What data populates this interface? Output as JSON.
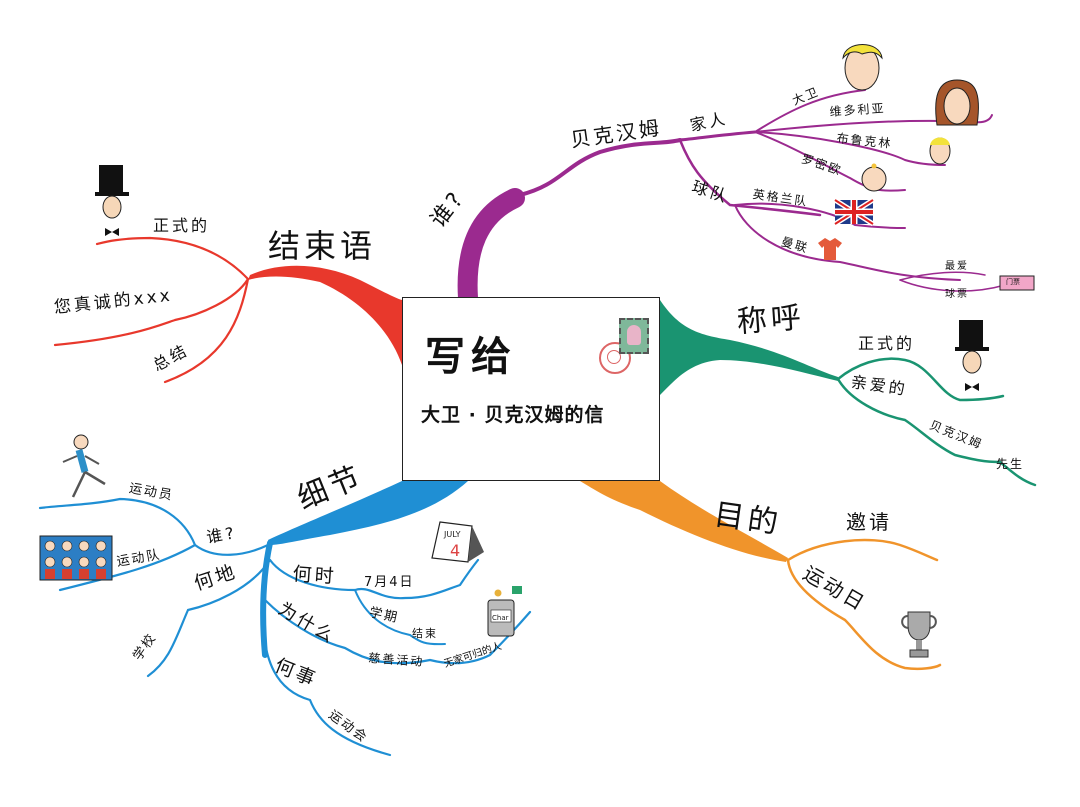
{
  "center": {
    "title": "写给",
    "subtitle": "大卫 · 贝克汉姆的信"
  },
  "colors": {
    "who": "#9b2a8f",
    "salutation": "#1a9471",
    "purpose": "#f0942b",
    "details": "#1f8fd4",
    "closing": "#e8382c"
  },
  "branches": {
    "who": {
      "label": "谁?",
      "child": "贝克汉姆",
      "family": {
        "label": "家人",
        "members": [
          "大卫",
          "维多利亚",
          "布鲁克林",
          "罗密欧"
        ]
      },
      "team": {
        "label": "球队",
        "items": [
          "英格兰队",
          "曼联"
        ],
        "manutd_children": [
          "最爱",
          "球票"
        ],
        "ticket_tag": "门票"
      }
    },
    "salutation": {
      "label": "称呼",
      "items": [
        "正式的",
        "亲爱的"
      ],
      "dear_child": "贝克汉姆",
      "dear_grandchild": "先生"
    },
    "purpose": {
      "label": "目的",
      "items": [
        "邀请",
        "运动日"
      ]
    },
    "details": {
      "label": "细节",
      "who": {
        "label": "谁?",
        "items": [
          "运动员",
          "运动队"
        ]
      },
      "where": {
        "label": "何地",
        "items": [
          "学校"
        ]
      },
      "when": {
        "label": "何时",
        "items": [
          "7月4日",
          "学期",
          "结束"
        ]
      },
      "why": {
        "label": "为什么",
        "items": [
          "慈善活动",
          "无家可归的人"
        ]
      },
      "what": {
        "label": "何事",
        "items": [
          "运动会"
        ]
      },
      "calendar": {
        "month": "JULY",
        "day": "4"
      },
      "charity_can": "Char"
    },
    "closing": {
      "label": "结束语",
      "items": [
        "正式的",
        "您真诚的xxx",
        "总结"
      ]
    }
  }
}
